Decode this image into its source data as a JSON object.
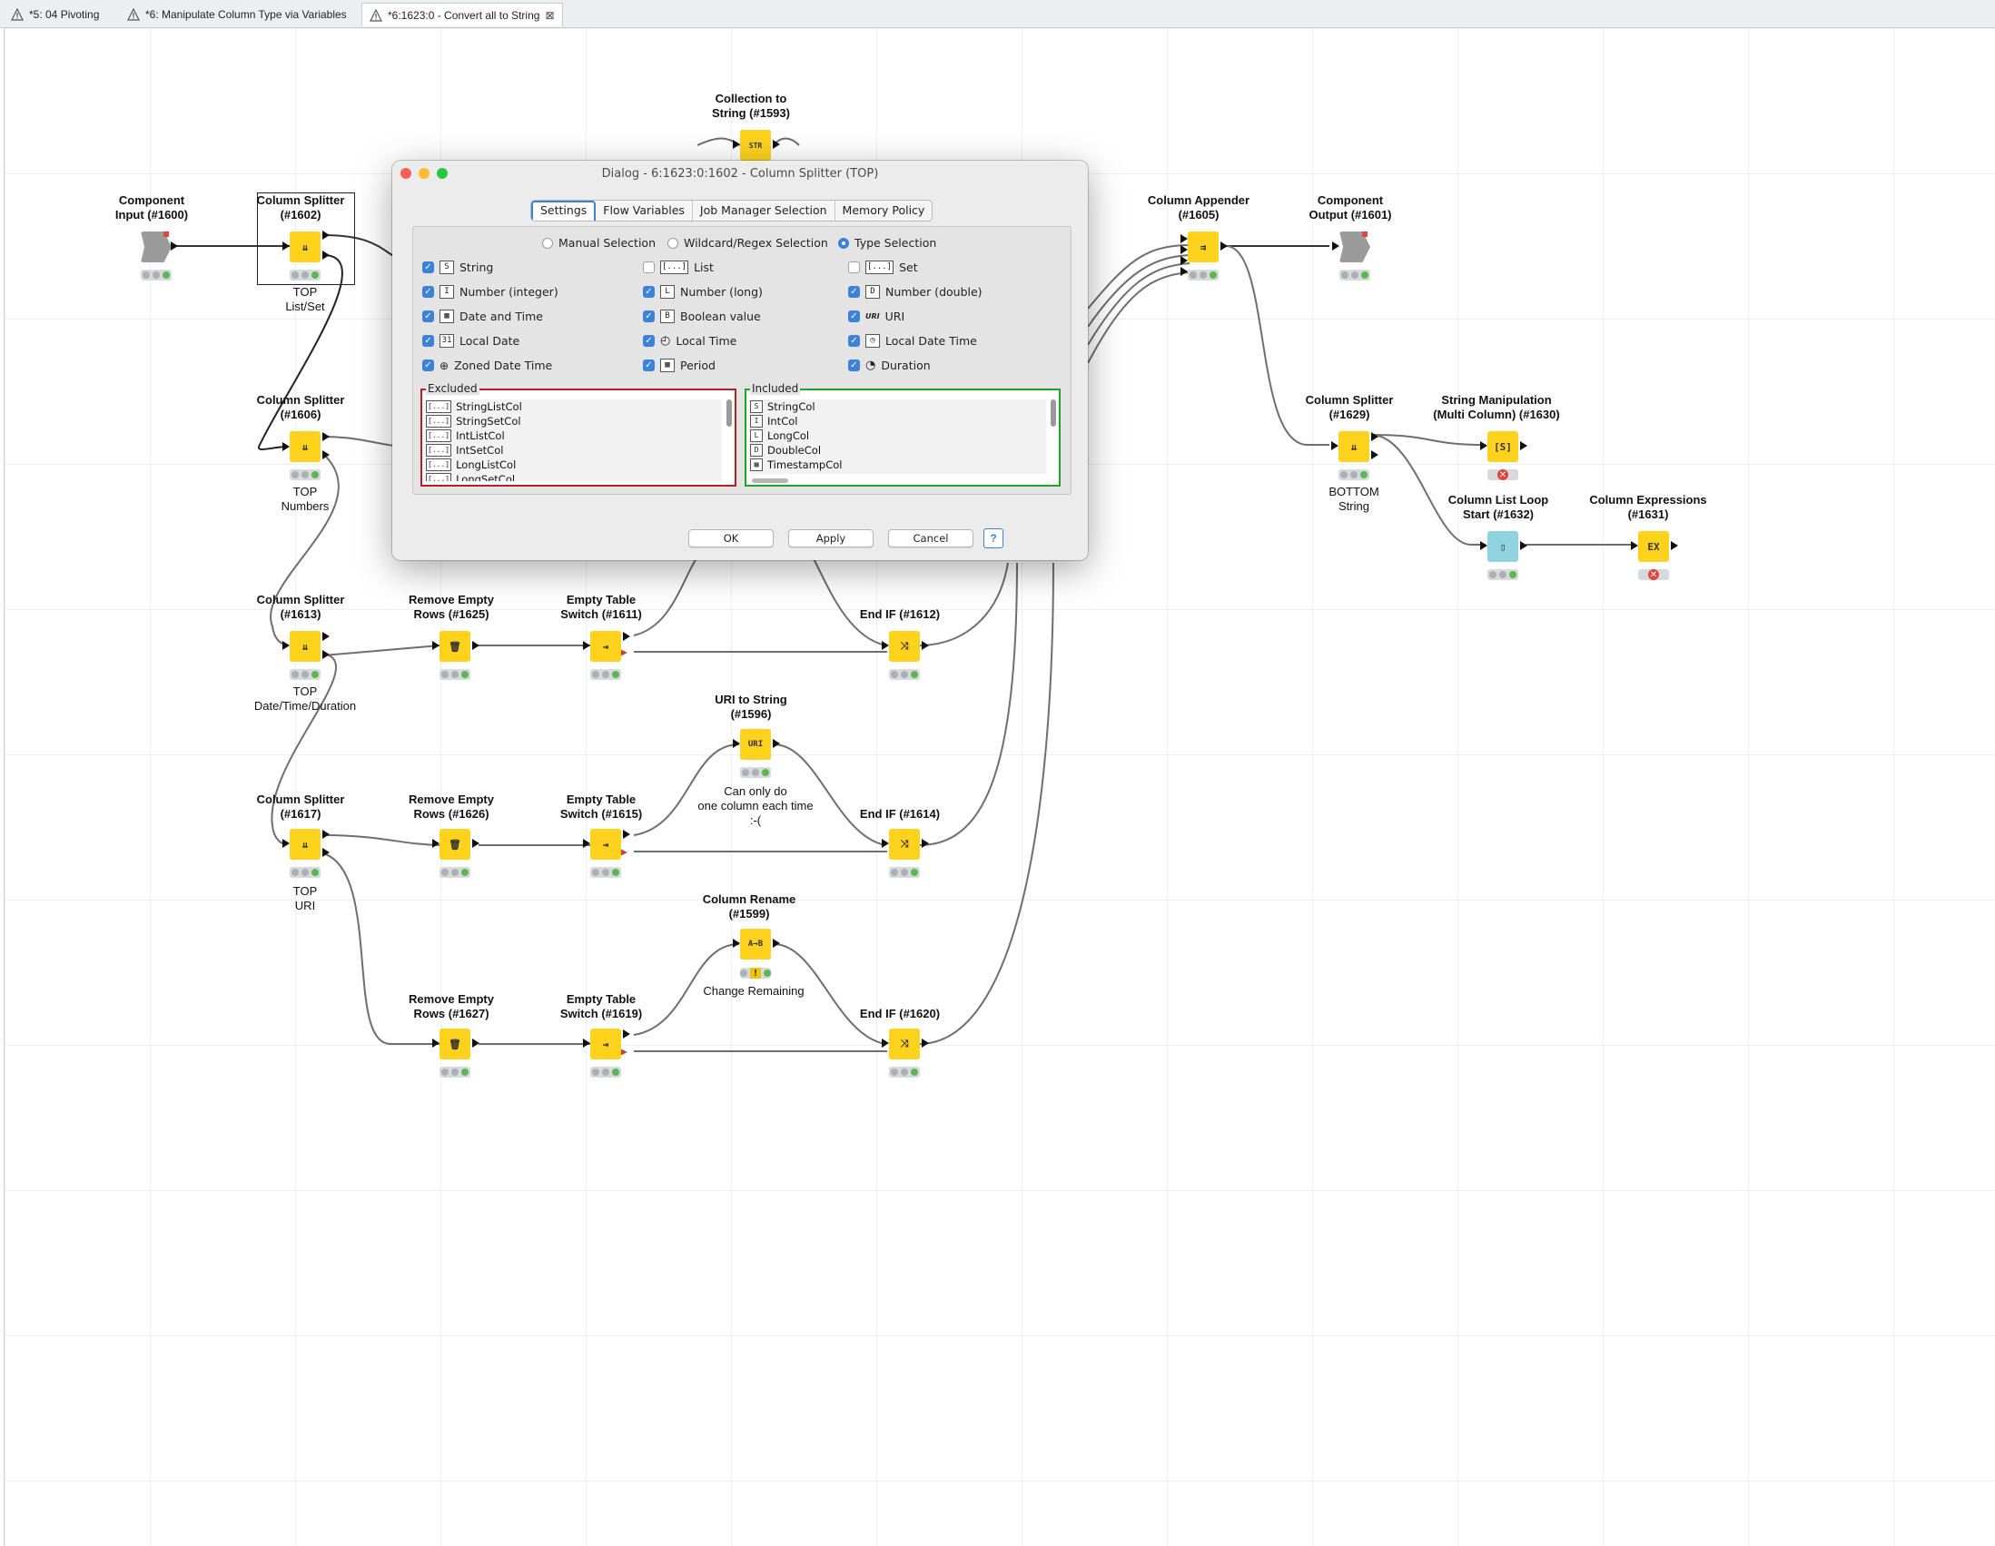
{
  "tabs": [
    {
      "label": "*5: 04 Pivoting"
    },
    {
      "label": "*6: Manipulate Column Type via Variables"
    },
    {
      "label": "*6:1623:0 - Convert all to String"
    }
  ],
  "nodes": {
    "n1600": {
      "label": "Component Input (#1600)",
      "label_lines": [
        "Component",
        "Input (#1600)"
      ],
      "icon": "component-input-icon",
      "glyph": ""
    },
    "n1602": {
      "label_lines": [
        "Column Splitter",
        "(#1602)"
      ],
      "anno_lines": [
        "TOP",
        "List/Set"
      ],
      "icon": "column-splitter-icon",
      "glyph": "⇊"
    },
    "n1606": {
      "label_lines": [
        "Column Splitter",
        "(#1606)"
      ],
      "anno_lines": [
        "TOP",
        "Numbers"
      ],
      "icon": "column-splitter-icon",
      "glyph": "⇊"
    },
    "n1613": {
      "label_lines": [
        "Column Splitter",
        "(#1613)"
      ],
      "anno_lines": [
        "TOP",
        "Date/Time/Duration"
      ],
      "icon": "column-splitter-icon",
      "glyph": "⇊"
    },
    "n1617": {
      "label_lines": [
        "Column Splitter",
        "(#1617)"
      ],
      "anno_lines": [
        "TOP",
        "URI"
      ],
      "icon": "column-splitter-icon",
      "glyph": "⇊"
    },
    "n1625": {
      "label_lines": [
        "Remove Empty",
        "Rows (#1625)"
      ],
      "icon": "trash-icon",
      "glyph": "🗑"
    },
    "n1626": {
      "label_lines": [
        "Remove Empty",
        "Rows (#1626)"
      ],
      "icon": "trash-icon",
      "glyph": "🗑"
    },
    "n1627": {
      "label_lines": [
        "Remove Empty",
        "Rows (#1627)"
      ],
      "icon": "trash-icon",
      "glyph": "🗑"
    },
    "n1611": {
      "label_lines": [
        "Empty Table",
        "Switch (#1611)"
      ],
      "icon": "empty-table-switch-icon",
      "glyph": "⇥"
    },
    "n1615": {
      "label_lines": [
        "Empty Table",
        "Switch (#1615)"
      ],
      "icon": "empty-table-switch-icon",
      "glyph": "⇥"
    },
    "n1619": {
      "label_lines": [
        "Empty Table",
        "Switch (#1619)"
      ],
      "icon": "empty-table-switch-icon",
      "glyph": "⇥"
    },
    "n1612": {
      "label_lines": [
        "End IF (#1612)"
      ],
      "icon": "end-if-icon",
      "glyph": "⤨"
    },
    "n1614": {
      "label_lines": [
        "End IF (#1614)"
      ],
      "icon": "end-if-icon",
      "glyph": "⤨"
    },
    "n1620": {
      "label_lines": [
        "End IF (#1620)"
      ],
      "icon": "end-if-icon",
      "glyph": "⤨"
    },
    "n1593": {
      "label_lines": [
        "Collection to",
        "String (#1593)"
      ],
      "icon": "collection-to-string-icon",
      "glyph": "STR"
    },
    "n1596": {
      "label_lines": [
        "URI to String",
        "(#1596)"
      ],
      "anno_lines": [
        "Can only do",
        "one column each time",
        ":-("
      ],
      "icon": "uri-to-string-icon",
      "glyph": "URI"
    },
    "n1599": {
      "label_lines": [
        "Column Rename",
        "(#1599)"
      ],
      "anno_lines": [
        "Change Remaining"
      ],
      "icon": "column-rename-icon",
      "glyph": "A→B"
    },
    "n1605": {
      "label_lines": [
        "Column Appender",
        "(#1605)"
      ],
      "icon": "column-appender-icon",
      "glyph": "⇉"
    },
    "n1601": {
      "label_lines": [
        "Component",
        "Output (#1601)"
      ],
      "icon": "component-output-icon",
      "glyph": ""
    },
    "n1629": {
      "label_lines": [
        "Column Splitter",
        "(#1629)"
      ],
      "anno_lines": [
        "BOTTOM",
        "String"
      ],
      "icon": "column-splitter-icon",
      "glyph": "⇊"
    },
    "n1630": {
      "label_lines": [
        "String Manipulation",
        "(Multi Column) (#1630)"
      ],
      "icon": "string-manipulation-icon",
      "glyph": "[S]"
    },
    "n1632": {
      "label_lines": [
        "Column List Loop",
        "Start (#1632)"
      ],
      "icon": "loop-start-icon",
      "glyph": "▯"
    },
    "n1631": {
      "label_lines": [
        "Column Expressions",
        "(#1631)"
      ],
      "icon": "column-expressions-icon",
      "glyph": "EX"
    }
  },
  "dialog": {
    "title": "Dialog - 6:1623:0:1602 - Column Splitter (TOP)",
    "tabs": [
      "Settings",
      "Flow Variables",
      "Job Manager Selection",
      "Memory Policy"
    ],
    "active_tab": "Settings",
    "modes": [
      "Manual Selection",
      "Wildcard/Regex Selection",
      "Type Selection"
    ],
    "selected_mode": "Type Selection",
    "types": [
      {
        "label": "String",
        "icon": "S",
        "checked": true
      },
      {
        "label": "List",
        "icon": "[...]",
        "checked": false
      },
      {
        "label": "Set",
        "icon": "[...]",
        "checked": false
      },
      {
        "label": "Number (integer)",
        "icon": "I",
        "checked": true
      },
      {
        "label": "Number (long)",
        "icon": "L",
        "checked": true
      },
      {
        "label": "Number (double)",
        "icon": "D",
        "checked": true
      },
      {
        "label": "Date and Time",
        "icon": "calendar-clock",
        "checked": true
      },
      {
        "label": "Boolean value",
        "icon": "B",
        "checked": true
      },
      {
        "label": "URI",
        "icon": "URI",
        "checked": true
      },
      {
        "label": "Local Date",
        "icon": "calendar",
        "checked": true
      },
      {
        "label": "Local Time",
        "icon": "clock",
        "checked": true
      },
      {
        "label": "Local Date Time",
        "icon": "calendar-clock",
        "checked": true
      },
      {
        "label": "Zoned Date Time",
        "icon": "globe-clock",
        "checked": true
      },
      {
        "label": "Period",
        "icon": "grid",
        "checked": true
      },
      {
        "label": "Duration",
        "icon": "stopwatch",
        "checked": true
      }
    ],
    "excluded_title": "Excluded",
    "excluded": [
      "StringListCol",
      "StringSetCol",
      "IntListCol",
      "IntSetCol",
      "LongListCol",
      "LongSetCol"
    ],
    "included_title": "Included",
    "included": [
      {
        "name": "StringCol",
        "icon": "S"
      },
      {
        "name": "IntCol",
        "icon": "I"
      },
      {
        "name": "LongCol",
        "icon": "L"
      },
      {
        "name": "DoubleCol",
        "icon": "D"
      },
      {
        "name": "TimestampCol",
        "icon": "calendar-clock"
      }
    ],
    "buttons": {
      "ok": "OK",
      "apply": "Apply",
      "cancel": "Cancel",
      "help": "?"
    }
  },
  "colors": {
    "node_yellow": "#ffd21e",
    "excluded_border": "#b22222",
    "included_border": "#22a12a",
    "accent": "#3b82d8"
  }
}
